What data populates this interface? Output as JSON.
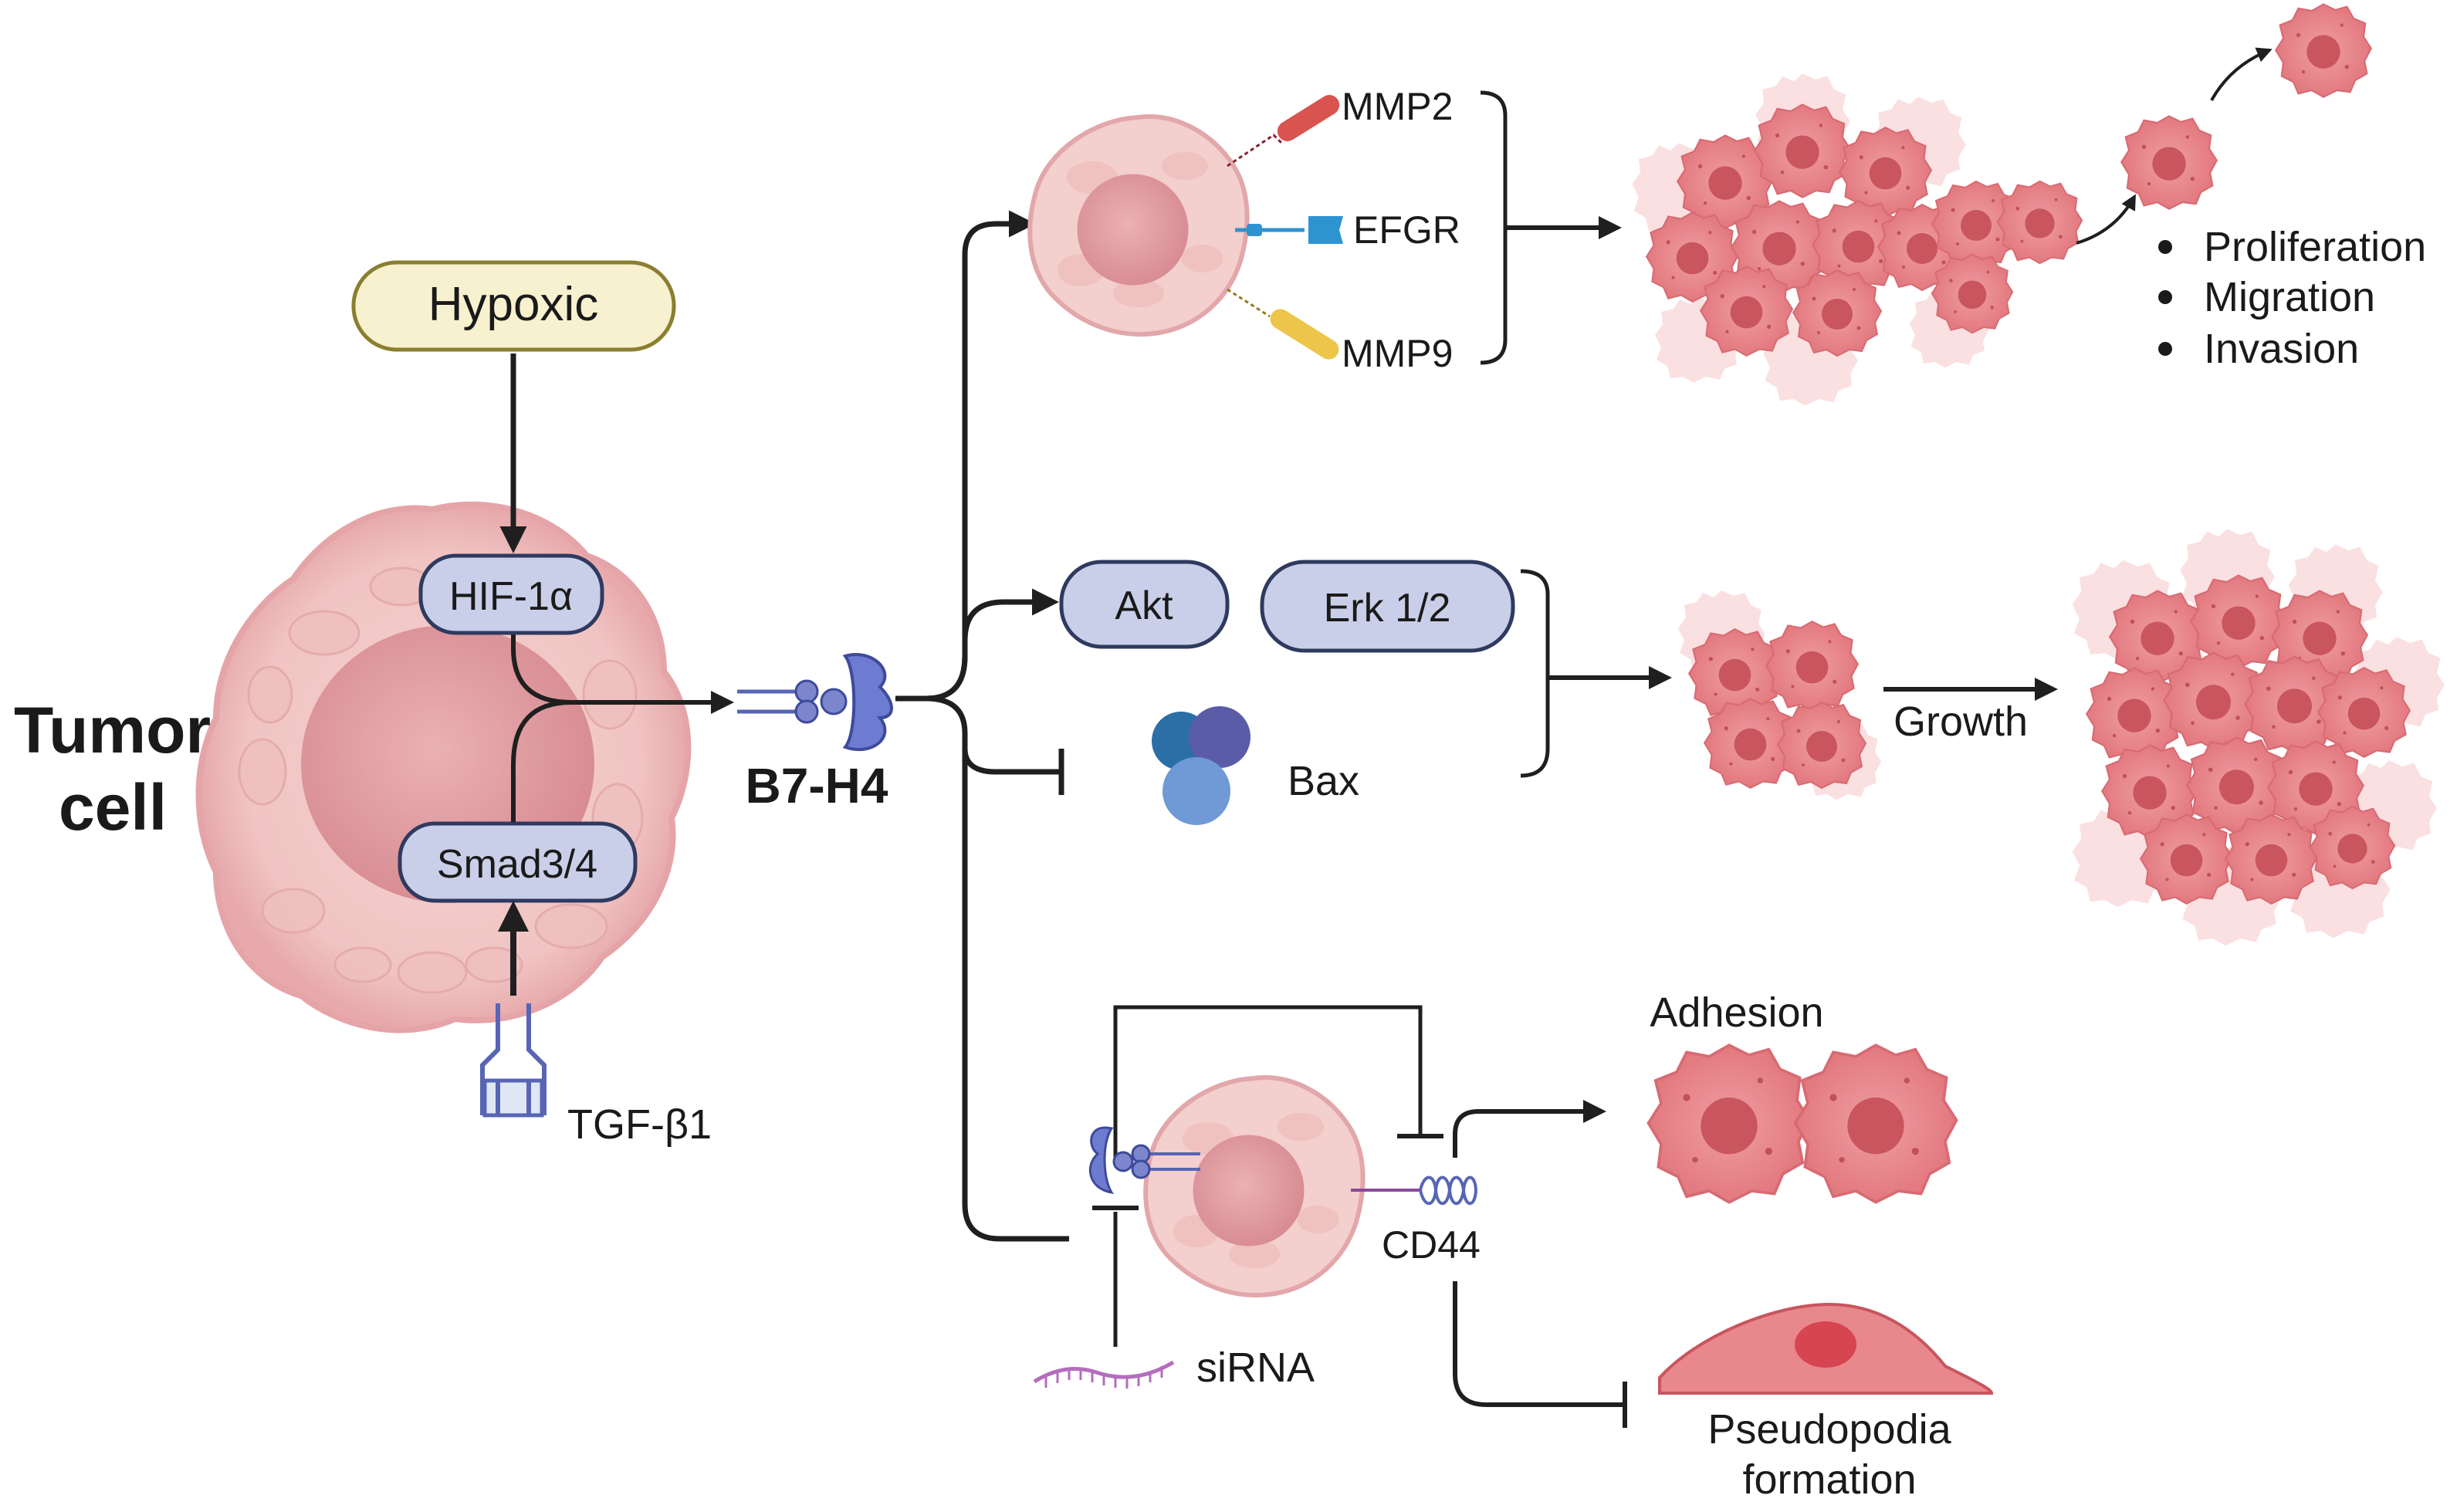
{
  "labels": {
    "tumor_cell": [
      "Tumor",
      "cell"
    ],
    "hypoxic": "Hypoxic",
    "hif": "HIF-1α",
    "smad": "Smad3/4",
    "tgf": "TGF-β1",
    "b7h4": "B7-H4",
    "mmp2": "MMP2",
    "efgr": "EFGR",
    "mmp9": "MMP9",
    "akt": "Akt",
    "erk": "Erk 1/2",
    "bax": "Bax",
    "growth": "Growth",
    "adhesion": "Adhesion",
    "cd44": "CD44",
    "sirna": "siRNA",
    "pseudopodia": [
      "Pseudopodia",
      "formation"
    ]
  },
  "outcomes": [
    "Proliferation",
    "Migration",
    "Invasion"
  ],
  "colors": {
    "arrow": "#1f1f1f",
    "node_fill": "#c9cfe8",
    "node_stroke": "#2f3a5f",
    "hypoxic_fill": "#f7f1cf",
    "hypoxic_stroke": "#8a7f2f",
    "cell_fill": "#f2c5c5",
    "cell_stroke": "#d98f95",
    "nucleus": "#e7a0a5",
    "cancer_cell": "#e88a90",
    "cancer_nucleus": "#c9555e",
    "receptor": "#5865b5",
    "bax_1": "#2c6fa6",
    "bax_2": "#5a5ca8",
    "bax_3": "#6f9ad5",
    "mmp2": "#d9534f",
    "efgr": "#2e93d1",
    "mmp9": "#ecc54a",
    "sirna": "#b46dbd"
  }
}
